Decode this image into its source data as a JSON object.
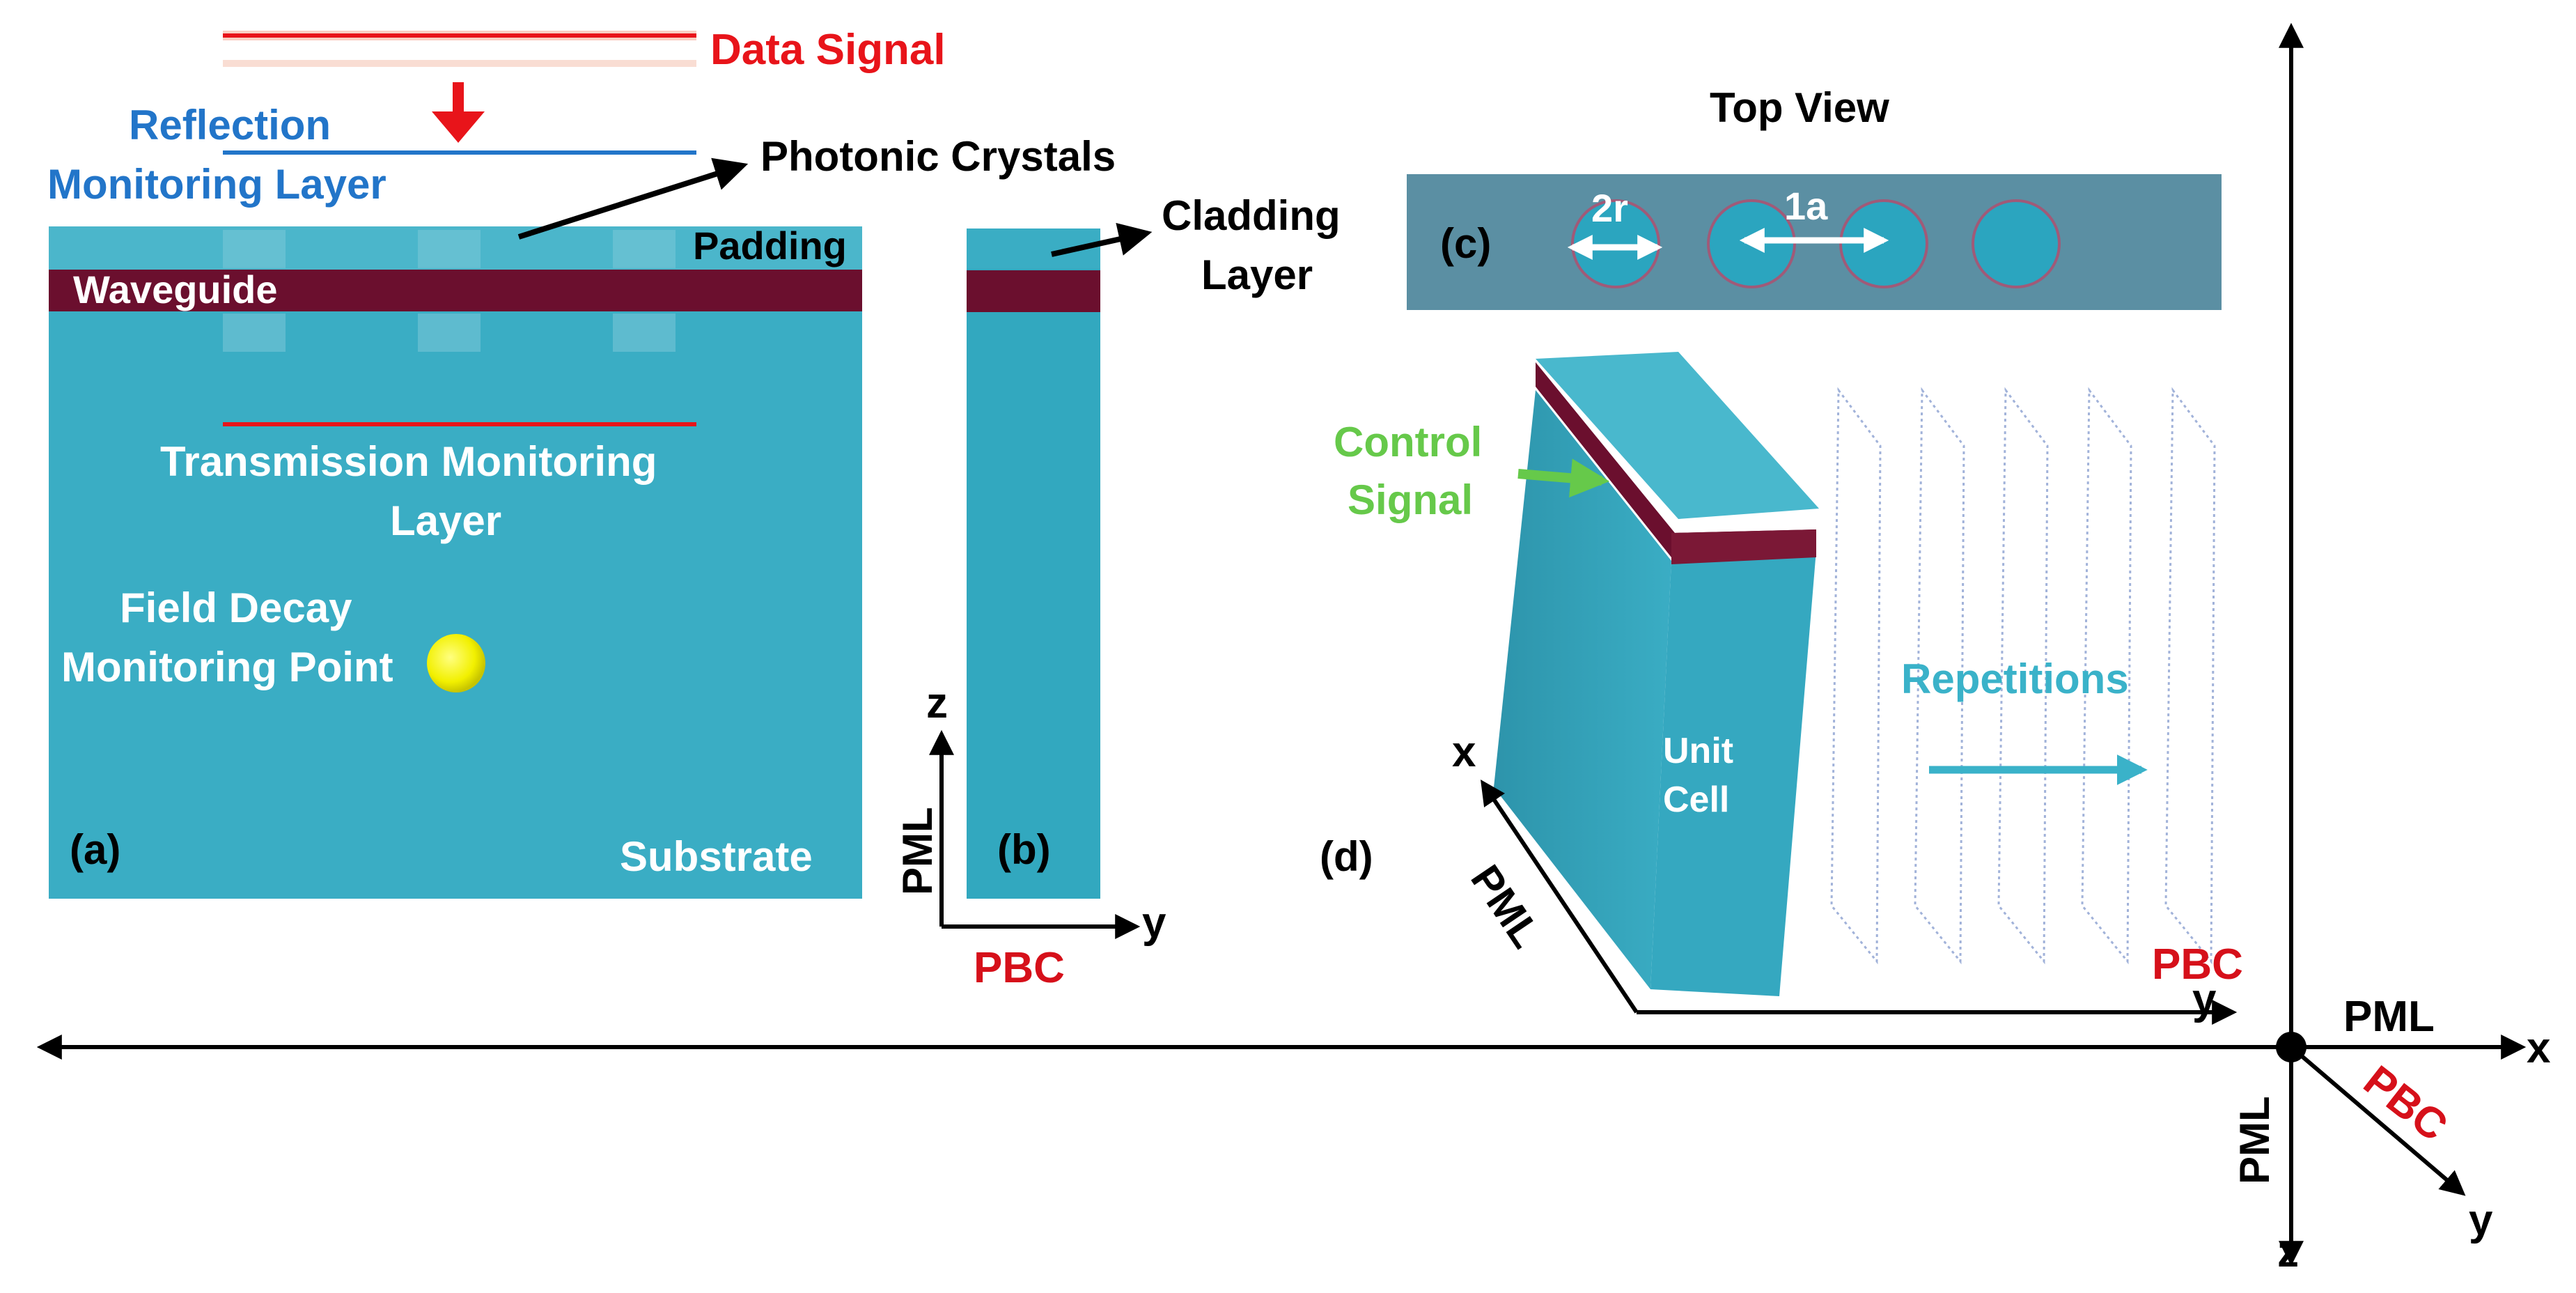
{
  "panel_a": {
    "data_signal": "Data Signal",
    "reflection_line1": "Reflection",
    "reflection_line2": "Monitoring Layer",
    "photonic_crystals": "Photonic Crystals",
    "padding": "Padding",
    "waveguide": "Waveguide",
    "transmission_line1": "Transmission Monitoring",
    "transmission_line2": "Layer",
    "field_decay_line1": "Field Decay",
    "field_decay_line2": "Monitoring Point",
    "substrate": "Substrate",
    "label": "(a)"
  },
  "panel_b": {
    "cladding_line1": "Cladding",
    "cladding_line2": "Layer",
    "label": "(b)",
    "axis_z": "z",
    "axis_y": "y",
    "pml": "PML",
    "pbc": "PBC"
  },
  "panel_c": {
    "title": "Top View",
    "label": "(c)",
    "radius_label": "2r",
    "period_label": "1a"
  },
  "panel_d": {
    "control_line1": "Control",
    "control_line2": "Signal",
    "unit_line1": "Unit",
    "unit_line2": "Cell",
    "repetitions": "Repetitions",
    "label": "(d)",
    "axis_x": "x",
    "axis_y": "y",
    "pml": "PML",
    "pbc": "PBC"
  },
  "global_axes": {
    "pml_x": "PML",
    "axis_x": "x",
    "pml_z": "PML",
    "pbc": "PBC",
    "axis_y": "y",
    "axis_z": "z"
  },
  "colors": {
    "silicon": "#3aadc4",
    "silicon_dark": "#2f9cb3",
    "waveguide": "#6b0f2e",
    "red": "#e8141a",
    "blue": "#2275c9",
    "green": "#66c94a",
    "cyan_text": "#3ab2c9",
    "black": "#000000",
    "white": "#ffffff",
    "yellow": "#f2f000"
  }
}
